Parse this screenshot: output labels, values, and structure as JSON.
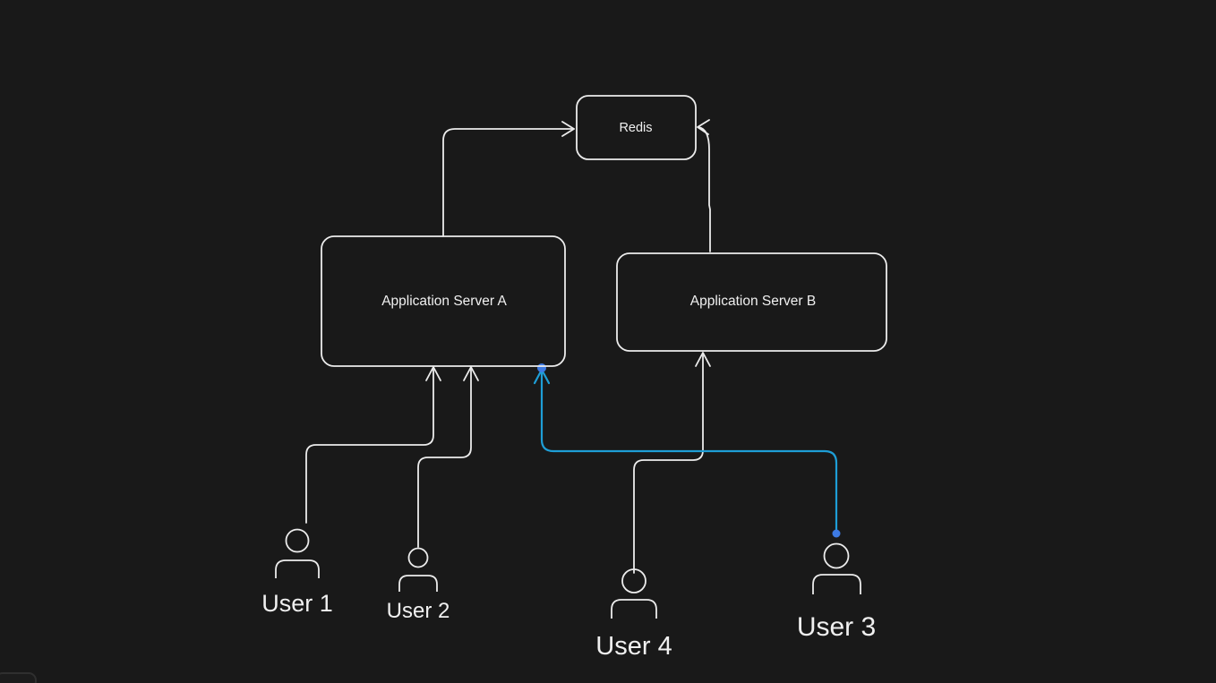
{
  "canvas": {
    "background": "#191919"
  },
  "colors": {
    "wire": "#ececec",
    "text": "#f0f0f0",
    "highlight_line": "#1e9ed6",
    "highlight_dot": "#3d7ae4"
  },
  "nodes": {
    "redis": {
      "label": "Redis"
    },
    "server_a": {
      "label": "Application Server A"
    },
    "server_b": {
      "label": "Application Server B"
    }
  },
  "users": {
    "user1": {
      "label": "User 1"
    },
    "user2": {
      "label": "User 2"
    },
    "user3": {
      "label": "User 3"
    },
    "user4": {
      "label": "User 4"
    }
  },
  "edges": [
    {
      "from": "Application Server A",
      "to": "Redis",
      "color": "white",
      "arrow_at": "Redis left edge"
    },
    {
      "from": "Application Server B",
      "to": "Redis",
      "color": "white",
      "arrow_at": "Redis right edge"
    },
    {
      "from": "User 1",
      "to": "Application Server A",
      "color": "white",
      "arrow_at": "Server A bottom"
    },
    {
      "from": "User 2",
      "to": "Application Server A",
      "color": "white",
      "arrow_at": "Server A bottom"
    },
    {
      "from": "User 4",
      "to": "Application Server B",
      "color": "white",
      "arrow_at": "Server B bottom"
    },
    {
      "from": "User 3",
      "to": "Application Server A",
      "color": "blue",
      "arrow_at": "Server A bottom right",
      "highlighted": true,
      "endpoint_dots": true
    }
  ]
}
